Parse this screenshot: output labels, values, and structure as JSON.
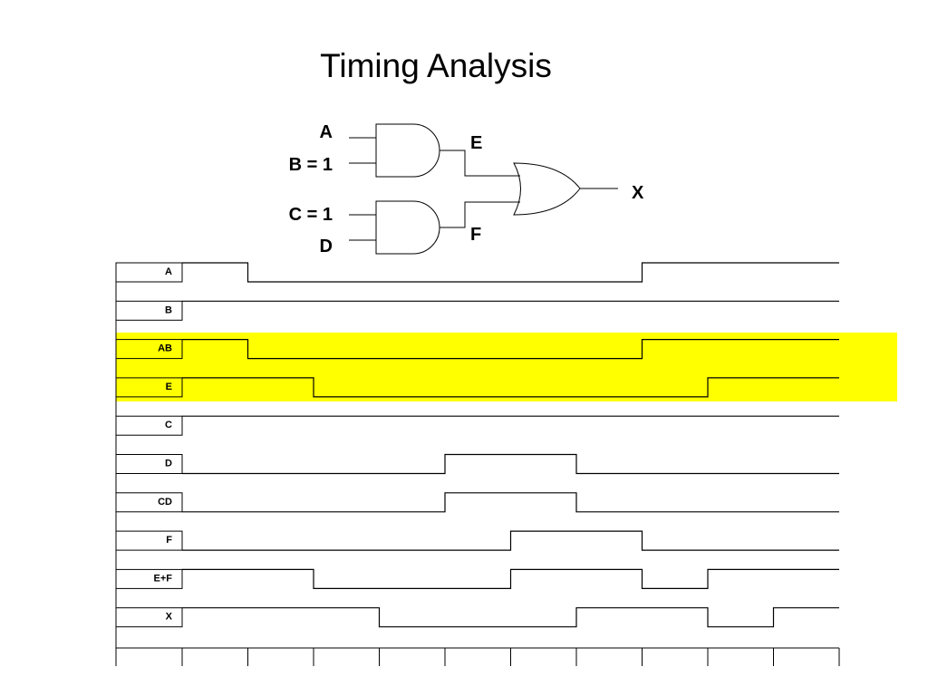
{
  "title": "Timing Analysis",
  "circuit": {
    "input_labels": [
      "A",
      "B = 1",
      "C = 1",
      "D"
    ],
    "node_labels": [
      "E",
      "F"
    ],
    "output_label": "X"
  },
  "timing": {
    "highlight_color": "#ffff00",
    "periods": 11,
    "signals": [
      {
        "name": "A",
        "initial": 1,
        "transitions": [
          1,
          7
        ],
        "highlighted": false
      },
      {
        "name": "B",
        "initial": 1,
        "transitions": [],
        "highlighted": false
      },
      {
        "name": "AB",
        "initial": 1,
        "transitions": [
          1,
          7
        ],
        "highlighted": true
      },
      {
        "name": "E",
        "initial": 1,
        "transitions": [
          2,
          8
        ],
        "highlighted": true
      },
      {
        "name": "C",
        "initial": 1,
        "transitions": [],
        "highlighted": false
      },
      {
        "name": "D",
        "initial": 0,
        "transitions": [
          4,
          6
        ],
        "highlighted": false
      },
      {
        "name": "CD",
        "initial": 0,
        "transitions": [
          4,
          6
        ],
        "highlighted": false
      },
      {
        "name": "F",
        "initial": 0,
        "transitions": [
          5,
          7
        ],
        "highlighted": false
      },
      {
        "name": "E+F",
        "initial": 1,
        "transitions": [
          2,
          5,
          7,
          8
        ],
        "highlighted": false
      },
      {
        "name": "X",
        "initial": 1,
        "transitions": [
          3,
          6,
          8,
          9
        ],
        "highlighted": false
      }
    ]
  }
}
